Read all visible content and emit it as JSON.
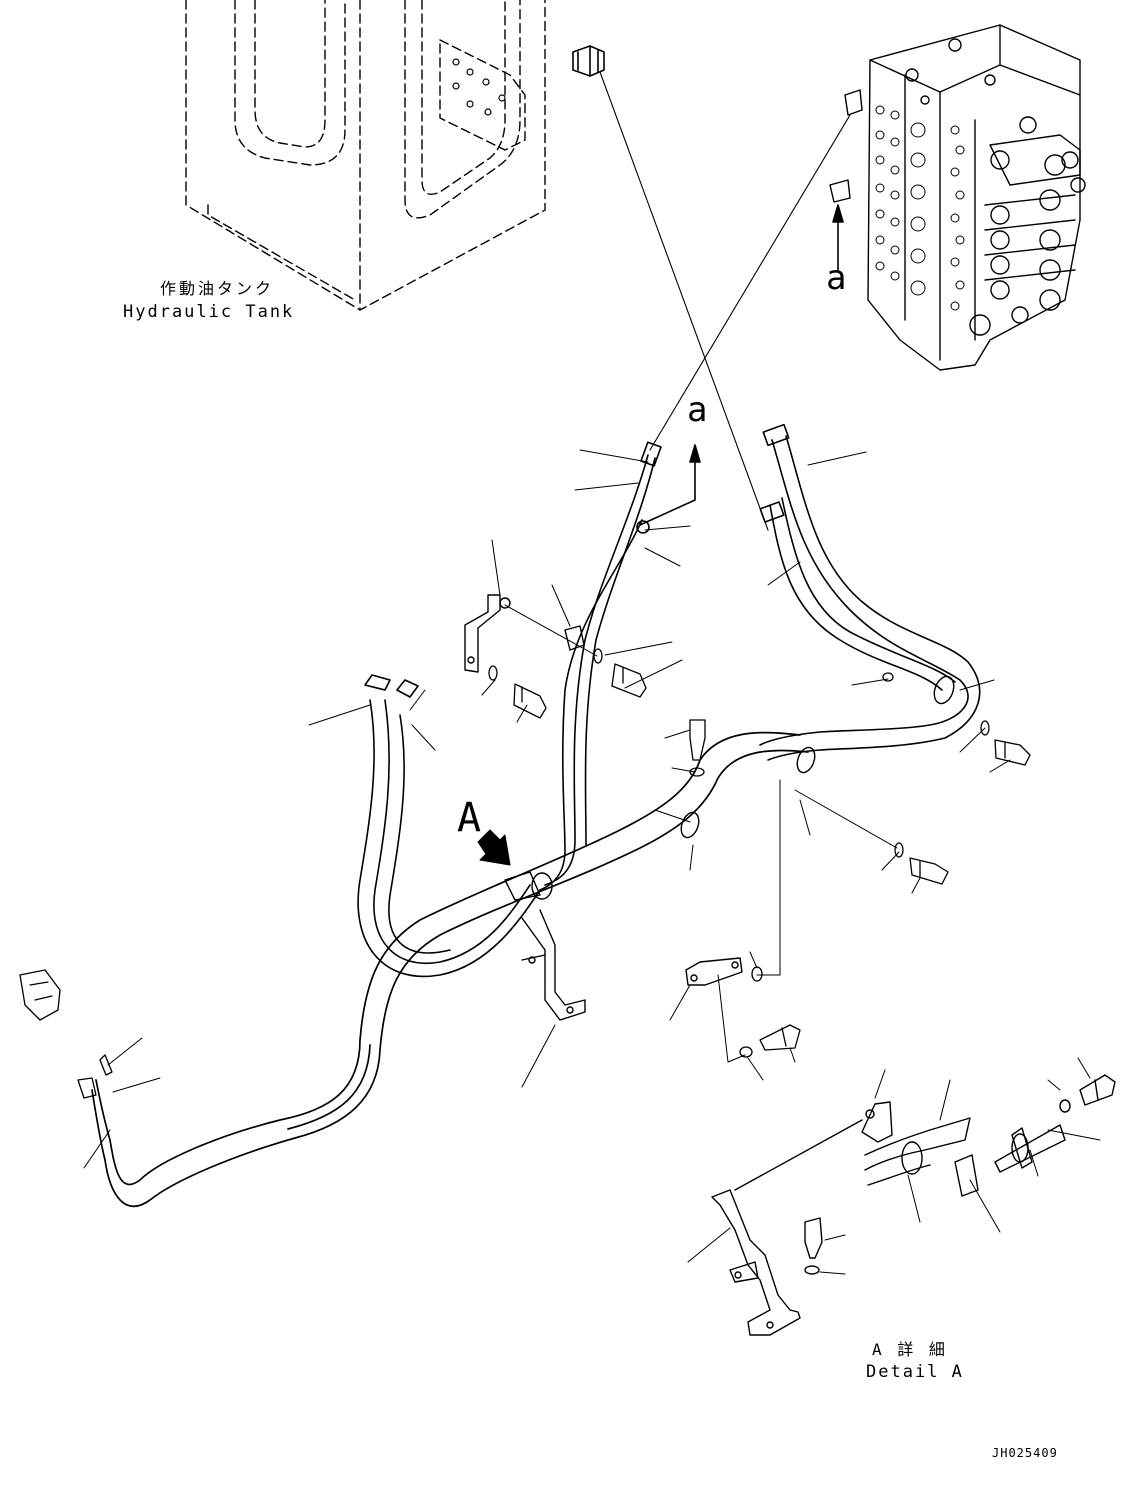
{
  "labels": {
    "tank_jp": "作動油タンク",
    "tank_en": "Hydraulic Tank",
    "ref_a_top": "a",
    "ref_a_mid": "a",
    "ref_A": "A",
    "detail_jp": "A 詳 細",
    "detail_en": "Detail A",
    "drawing_code": "JH025409"
  }
}
